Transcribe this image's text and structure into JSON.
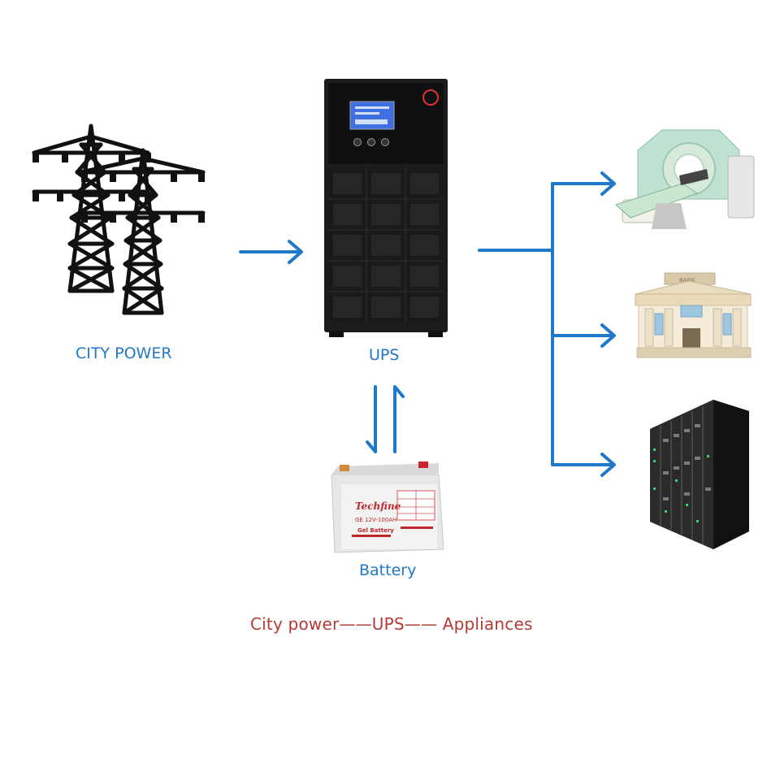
{
  "labels": {
    "city_power": "CITY POWER",
    "ups": "UPS",
    "battery": "Battery",
    "caption": "City power——UPS—— Appliances"
  },
  "battery_print": {
    "brand": "Techfine",
    "model": "GE 12V-100AH",
    "type": "Gel Battery"
  },
  "ups_print": {
    "bank_sign": "BANK"
  },
  "colors": {
    "arrow": "#1f78c8",
    "label_blue": "#1f78c8",
    "caption_red": "#b53a34",
    "ups_body": "#1c1c1c",
    "lcd": "#3f6fe0"
  },
  "icons": [
    "power-tower-icon",
    "ups-cabinet-icon",
    "battery-icon",
    "ct-scanner-icon",
    "bank-building-icon",
    "server-rack-icon"
  ]
}
